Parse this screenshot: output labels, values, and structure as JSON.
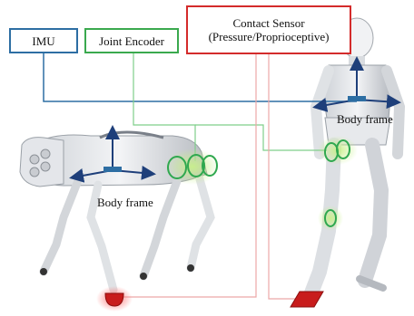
{
  "labels": {
    "imu": "IMU",
    "joint_encoder": "Joint Encoder",
    "contact_sensor_line1": "Contact Sensor",
    "contact_sensor_line2": "(Pressure/Proprioceptive)"
  },
  "frames": {
    "quadruped": "Body frame",
    "humanoid": "Body frame"
  },
  "colors": {
    "imu": "#2d6ea3",
    "joint_encoder": "#3aa94e",
    "contact_sensor": "#d42b2b",
    "axis": "#1e3f7a",
    "joint_glow": "#a7e06a"
  }
}
